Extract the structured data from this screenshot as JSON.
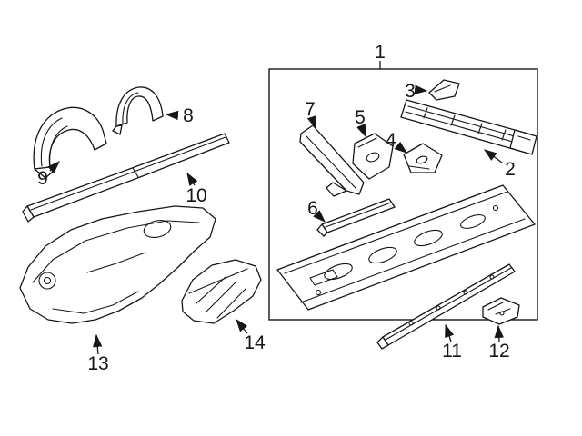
{
  "diagram": {
    "colors": {
      "ink": "#161616",
      "background": "#ffffff"
    },
    "callouts": [
      {
        "label": "1"
      },
      {
        "label": "2"
      },
      {
        "label": "3"
      },
      {
        "label": "4"
      },
      {
        "label": "5"
      },
      {
        "label": "6"
      },
      {
        "label": "7"
      },
      {
        "label": "8"
      },
      {
        "label": "9"
      },
      {
        "label": "10"
      },
      {
        "label": "11"
      },
      {
        "label": "12"
      },
      {
        "label": "13"
      },
      {
        "label": "14"
      }
    ]
  }
}
